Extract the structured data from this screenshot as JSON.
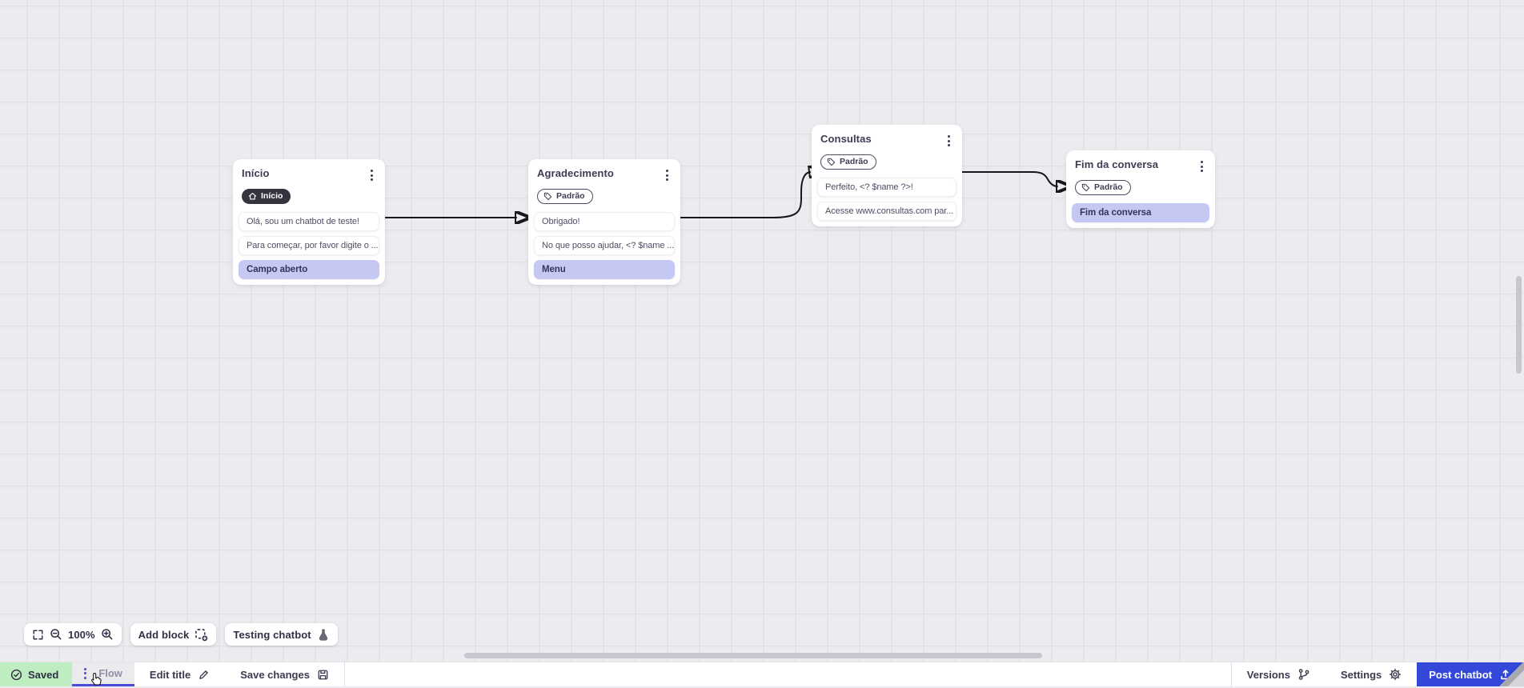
{
  "canvas": {
    "zoom_level": "100%",
    "toolbar": {
      "fullscreen_icon": "fullscreen-icon",
      "zoom_out_icon": "zoom-out-icon",
      "zoom_in_icon": "zoom-in-icon",
      "add_block_label": "Add block",
      "add_block_icon": "add-block-icon",
      "testing_chatbot_label": "Testing chatbot",
      "testing_chatbot_icon": "flask-icon"
    }
  },
  "nodes": [
    {
      "title": "Início",
      "badge": {
        "label": "Início",
        "style": "dark",
        "icon": "home-icon"
      },
      "items": [
        {
          "type": "message",
          "text": "Olá, sou um chatbot de teste!"
        },
        {
          "type": "message",
          "text": "Para começar, por favor digite o ..."
        },
        {
          "type": "action",
          "text": "Campo aberto"
        }
      ]
    },
    {
      "title": "Agradecimento",
      "badge": {
        "label": "Padrão",
        "style": "outline",
        "icon": "tag-icon"
      },
      "items": [
        {
          "type": "message",
          "text": "Obrigado!"
        },
        {
          "type": "message",
          "text": "No que posso ajudar, <? $name ..."
        },
        {
          "type": "action",
          "text": "Menu"
        }
      ]
    },
    {
      "title": "Consultas",
      "badge": {
        "label": "Padrão",
        "style": "outline",
        "icon": "tag-icon"
      },
      "items": [
        {
          "type": "message",
          "text": "Perfeito, <? $name ?>!"
        },
        {
          "type": "message",
          "text": "Acesse www.consultas.com par..."
        }
      ]
    },
    {
      "title": "Fim da conversa",
      "badge": {
        "label": "Padrão",
        "style": "outline",
        "icon": "tag-icon"
      },
      "items": [
        {
          "type": "action",
          "text": "Fim da conversa"
        }
      ]
    }
  ],
  "connections": [
    {
      "from": "Início",
      "to": "Agradecimento"
    },
    {
      "from": "Agradecimento",
      "to": "Consultas"
    },
    {
      "from": "Consultas",
      "to": "Fim da conversa"
    }
  ],
  "statusbar": {
    "saved_label": "Saved",
    "saved_icon": "check-circle-icon",
    "flow_tab_label": "Flow",
    "flow_menu_icon": "kebab-menu-icon",
    "edit_title_label": "Edit title",
    "edit_title_icon": "pencil-icon",
    "save_changes_label": "Save changes",
    "save_changes_icon": "floppy-icon",
    "versions_label": "Versions",
    "versions_icon": "branch-icon",
    "settings_label": "Settings",
    "settings_icon": "gear-icon",
    "post_chatbot_label": "Post chatbot",
    "post_chatbot_icon": "upload-icon"
  },
  "colors": {
    "canvas_bg": "#ECEBEF",
    "grid_line": "#E2E0E6",
    "accent_indigo": "#4A49D8",
    "primary_blue": "#3347D9",
    "saved_green": "#BEEDC1",
    "action_lavender": "#C6C8F4",
    "badge_dark": "#34343F",
    "connector": "#17171C"
  }
}
